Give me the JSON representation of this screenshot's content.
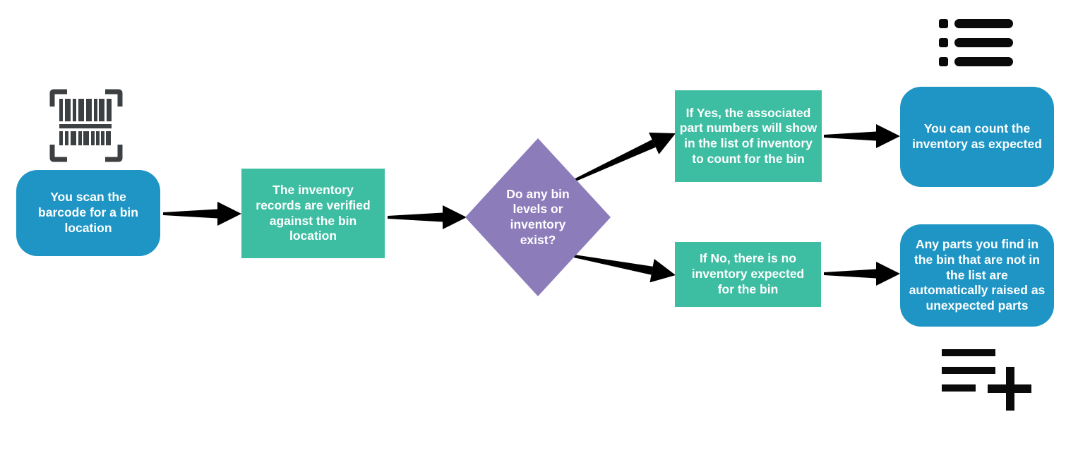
{
  "diagram": {
    "type": "flowchart",
    "background": "#ffffff",
    "colors": {
      "process_blue": "#1E95C4",
      "process_green": "#3DBEA2",
      "decision_purple": "#8D7CBA",
      "arrow_black": "#000000",
      "icon_gray": "#3C4043",
      "text_white": "#ffffff"
    },
    "nodes": {
      "scan": {
        "label": "You scan the barcode for a bin location",
        "shape": "rounded-rect",
        "color": "#1E95C4"
      },
      "verify": {
        "label": "The inventory records are verified against the bin location",
        "shape": "rect",
        "color": "#3DBEA2"
      },
      "decision": {
        "label": "Do any bin levels or inventory exist?",
        "shape": "diamond",
        "color": "#8D7CBA"
      },
      "yes_outcome": {
        "label": "If Yes, the associated part numbers will show in the list of inventory to count for the bin",
        "shape": "rect",
        "color": "#3DBEA2"
      },
      "no_outcome": {
        "label": "If No, there is no inventory expected for the bin",
        "shape": "rect",
        "color": "#3DBEA2"
      },
      "count_expected": {
        "label": "You can count the inventory as expected",
        "shape": "rounded-rect",
        "color": "#1E95C4"
      },
      "unexpected_parts": {
        "label": "Any parts you find in the bin that are not in the list are automatically raised as unexpected parts",
        "shape": "rounded-rect",
        "color": "#1E95C4"
      }
    },
    "connectors": [
      {
        "from": "scan",
        "to": "verify"
      },
      {
        "from": "verify",
        "to": "decision"
      },
      {
        "from": "decision",
        "to": "yes_outcome"
      },
      {
        "from": "decision",
        "to": "no_outcome"
      },
      {
        "from": "yes_outcome",
        "to": "count_expected"
      },
      {
        "from": "no_outcome",
        "to": "unexpected_parts"
      }
    ],
    "icons": [
      {
        "name": "barcode-icon",
        "position": "top-left"
      },
      {
        "name": "bulleted-list-icon",
        "position": "top-right"
      },
      {
        "name": "add-to-list-icon",
        "position": "bottom-right"
      }
    ]
  }
}
